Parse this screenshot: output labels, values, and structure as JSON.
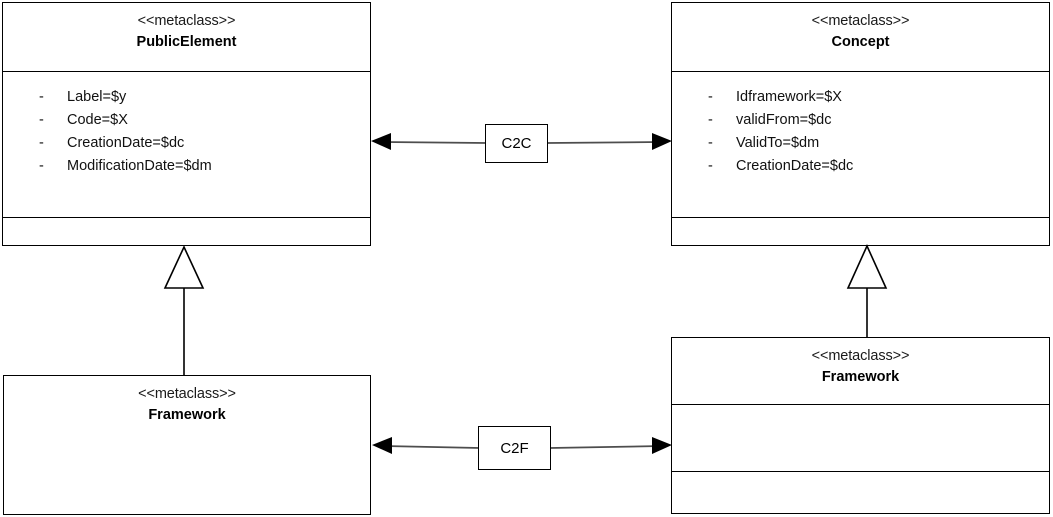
{
  "diagram": {
    "title": "UML metaclass diagram",
    "background_color": "#ffffff",
    "line_color": "#000000",
    "connector_color": "#4d4d4d"
  },
  "classes": {
    "public_element": {
      "stereotype": "<<metaclass>>",
      "name": "PublicElement",
      "attributes": [
        {
          "visibility": "-",
          "text": "Label=$y"
        },
        {
          "visibility": "-",
          "text": "Code=$X"
        },
        {
          "visibility": "-",
          "text": "CreationDate=$dc"
        },
        {
          "visibility": "-",
          "text": "ModificationDate=$dm"
        }
      ]
    },
    "concept": {
      "stereotype": "<<metaclass>>",
      "name": "Concept",
      "attributes": [
        {
          "visibility": "-",
          "text": "Idframework=$X"
        },
        {
          "visibility": "-",
          "text": "validFrom=$dc"
        },
        {
          "visibility": "-",
          "text": "ValidTo=$dm"
        },
        {
          "visibility": "-",
          "text": "CreationDate=$dc"
        }
      ]
    },
    "framework_left": {
      "stereotype": "<<metaclass>>",
      "name": "Framework",
      "attributes": []
    },
    "framework_right": {
      "stereotype": "<<metaclass>>",
      "name": "Framework",
      "attributes": []
    }
  },
  "associations": {
    "c2c": {
      "label": "C2C",
      "from": "PublicElement",
      "to": "Concept",
      "arrows": "both"
    },
    "c2f": {
      "label": "C2F",
      "from": "Framework",
      "to": "Framework",
      "arrows": "both"
    }
  },
  "generalizations": {
    "left": {
      "child": "Framework",
      "parent": "PublicElement"
    },
    "right": {
      "child": "Framework",
      "parent": "Concept"
    }
  }
}
